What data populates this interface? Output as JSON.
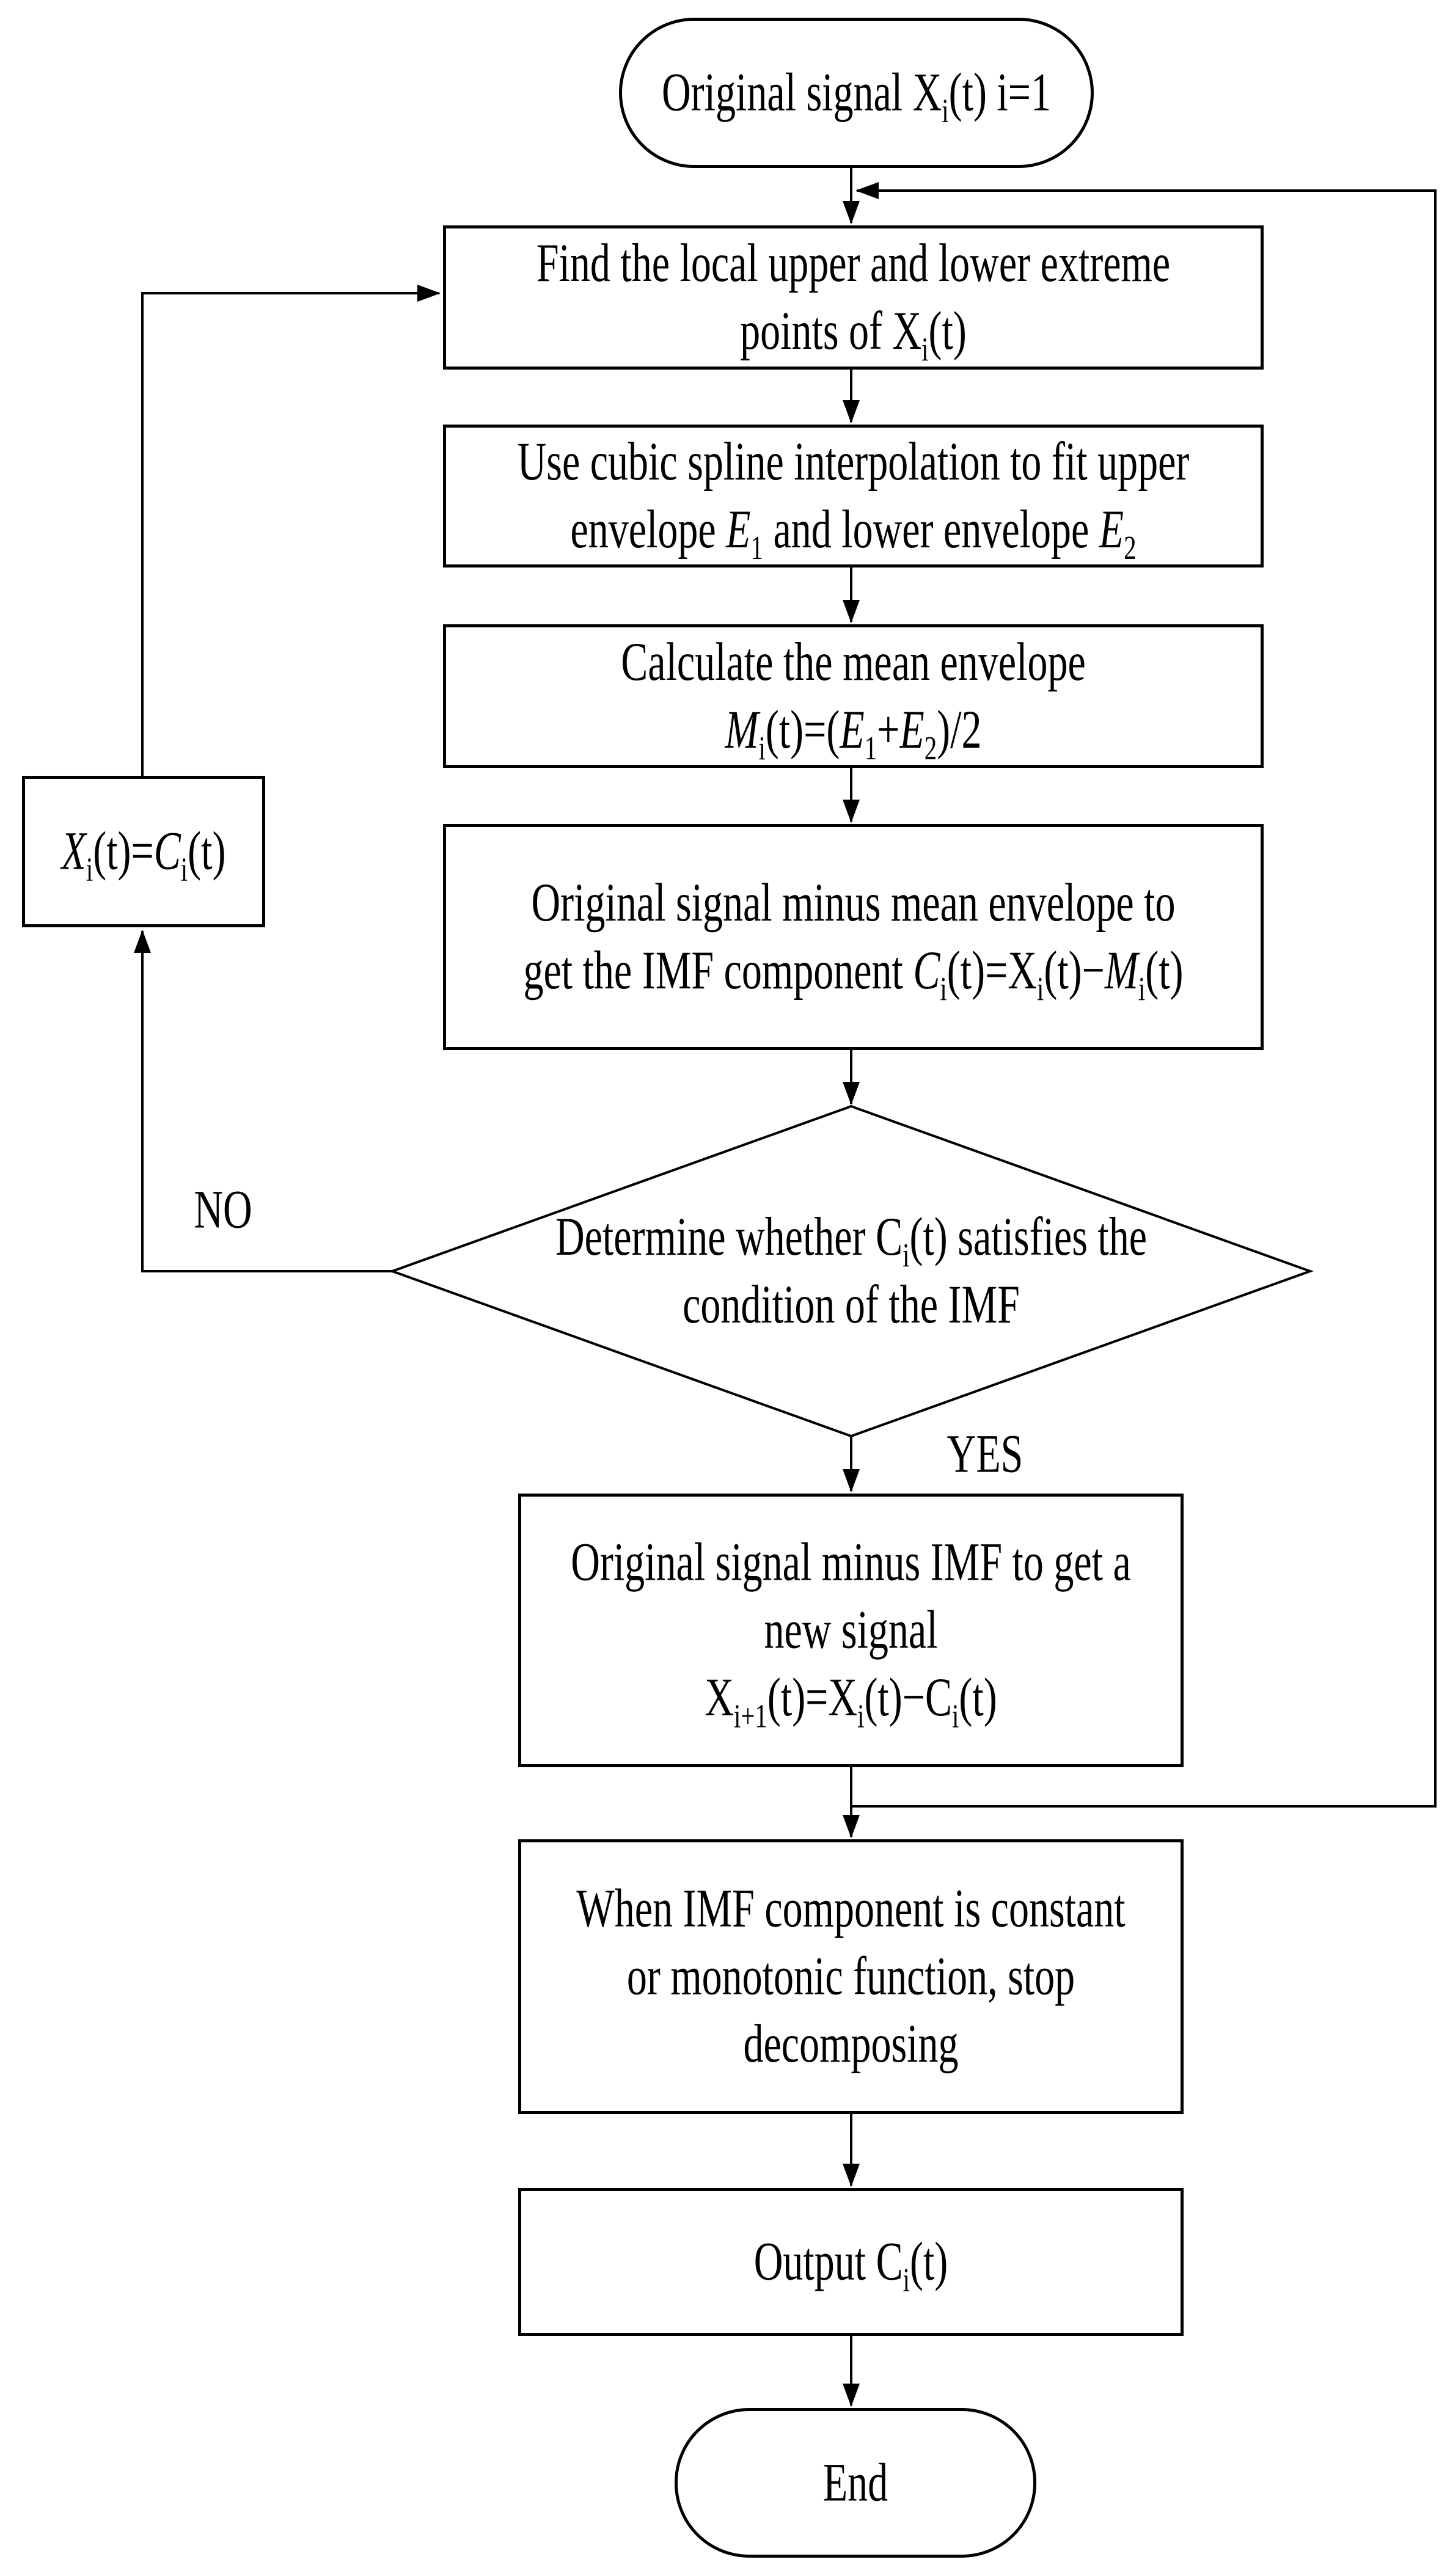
{
  "flowchart": {
    "background_color": "#ffffff",
    "stroke_color": "#000000",
    "nodes": {
      "start": {
        "type": "terminator",
        "label_html": "Original signal X<sub>i</sub>(t) i=1"
      },
      "find_extremes": {
        "type": "process",
        "label_html": "Find the local upper and lower extreme<br>points of X<sub>i</sub>(t)"
      },
      "spline_fit": {
        "type": "process",
        "label_html": "Use cubic spline interpolation to fit upper<br>envelope <i>E</i><sub>1</sub> and lower envelope <i>E</i><sub>2</sub>"
      },
      "mean_envelope": {
        "type": "process",
        "label_html": "Calculate the mean envelope<br><i>M</i><sub>i</sub>(t)=(<i>E</i><sub>1</sub>+<i>E</i><sub>2</sub>)/2"
      },
      "imf_component": {
        "type": "process",
        "label_html": "Original signal minus mean envelope to<br>get the IMF component <i>C</i><sub>i</sub>(t)=X<sub>i</sub>(t)&#8722;<i>M</i><sub>i</sub>(t)"
      },
      "imf_check": {
        "type": "decision",
        "label_html": "Determine whether C<sub>i</sub>(t) satisfies the<br>condition of the IMF"
      },
      "reassign": {
        "type": "process",
        "label_html": "<i>X</i><sub>i</sub>(t)=<i>C</i><sub>i</sub>(t)"
      },
      "new_signal": {
        "type": "process",
        "label_html": "Original signal minus IMF to get a<br>new signal<br>X<sub>i+1</sub>(t)=X<sub>i</sub>(t)&#8722;C<sub>i</sub>(t)"
      },
      "stop_condition": {
        "type": "process",
        "label_html": "When IMF component is constant<br>or monotonic function, stop<br>decomposing"
      },
      "output": {
        "type": "process",
        "label_html": "Output C<sub>i</sub>(t)"
      },
      "end": {
        "type": "terminator",
        "label_html": "End"
      }
    },
    "edge_labels": {
      "no": "NO",
      "yes": "YES"
    }
  }
}
